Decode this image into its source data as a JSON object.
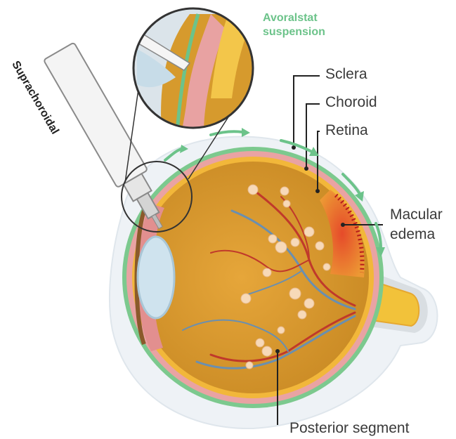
{
  "labels": {
    "drug": [
      "Avoralstat",
      "suspension"
    ],
    "sclera": "Sclera",
    "choroid": "Choroid",
    "retina": "Retina",
    "macular_edema": [
      "Macular",
      "edema"
    ],
    "posterior_segment": "Posterior segment",
    "syringe": "Suprachoroidal"
  },
  "colors": {
    "accent_green": "#6cc38a",
    "sclera_pink": "#e9a3a3",
    "retina_yellow": "#f2b73a",
    "interior_orange": "#d99a2b",
    "vessel_red": "#c0392b",
    "vessel_blue": "#6a8fb0",
    "outer_glow": "#e8eef3"
  }
}
